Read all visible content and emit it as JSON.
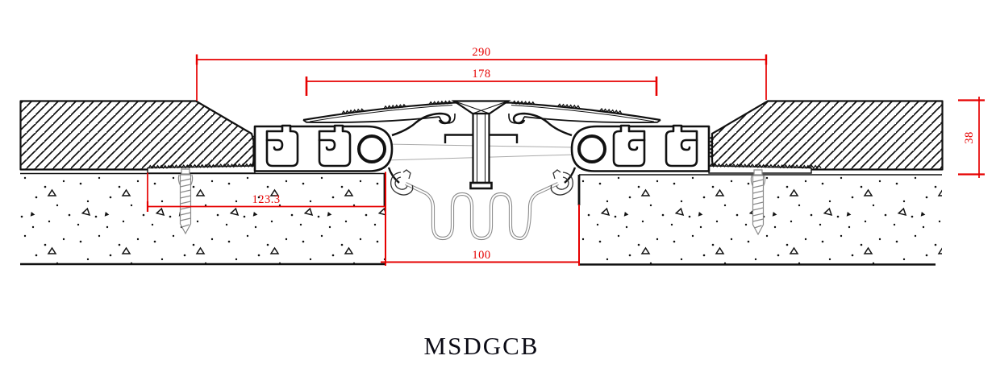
{
  "drawing": {
    "title": "MSDGCB",
    "dimensions": {
      "overall_width": "290",
      "cover_width": "178",
      "left_frame_width": "123.3",
      "joint_gap_width": "100",
      "profile_height": "38"
    },
    "colors": {
      "dimension_red": "#e60000",
      "line_black": "#111111",
      "thin_gray": "#8a8a8a",
      "background": "#ffffff"
    }
  }
}
